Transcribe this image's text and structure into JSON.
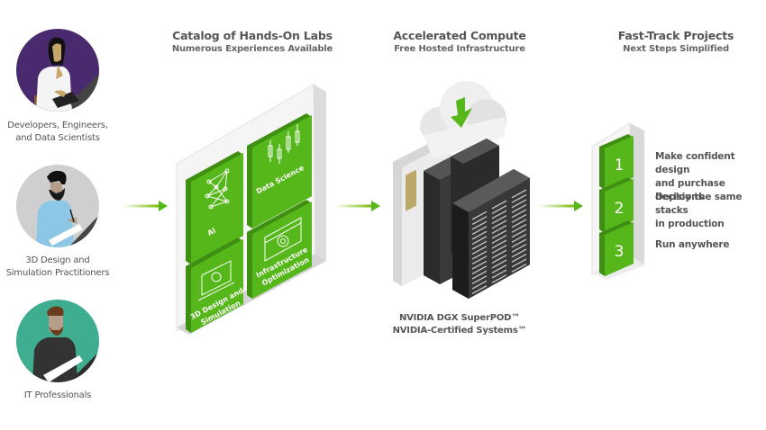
{
  "colors": {
    "accent": "#76b900",
    "tile_green": "#56b71a",
    "tile_green_dark": "#3f8f12",
    "text": "#555555",
    "purple": "#4a2a6e",
    "grey_circle": "#cfcfcf",
    "teal": "#3fad8f"
  },
  "personas": [
    {
      "label_line1": "Developers, Engineers,",
      "label_line2": "and Data Scientists",
      "icon": "developer-avatar-icon"
    },
    {
      "label_line1": "3D Design and",
      "label_line2": "Simulation Practitioners",
      "icon": "designer-avatar-icon"
    },
    {
      "label_line1": "IT Professionals",
      "label_line2": "",
      "icon": "it-professional-avatar-icon"
    }
  ],
  "columns": [
    {
      "title": "Catalog of Hands-On Labs",
      "subtitle": "Numerous Experiences Available"
    },
    {
      "title": "Accelerated Compute",
      "subtitle": "Free Hosted Infrastructure"
    },
    {
      "title": "Fast-Track Projects",
      "subtitle": "Next Steps Simplified"
    }
  ],
  "catalog_tiles": [
    {
      "label_line1": "AI",
      "label_line2": "",
      "icon": "neural-network-icon"
    },
    {
      "label_line1": "Data Science",
      "label_line2": "",
      "icon": "candlestick-chart-icon"
    },
    {
      "label_line1": "3D Design and",
      "label_line2": "Simulation",
      "icon": "laptop-palette-icon"
    },
    {
      "label_line1": "Infrastructure",
      "label_line2": "Optimization",
      "icon": "window-gear-icon"
    }
  ],
  "compute_caption": {
    "line1": "NVIDIA DGX SuperPOD™",
    "line2": "NVIDIA-Certified Systems™"
  },
  "steps": [
    {
      "number": "1",
      "text_line1": "Make confident design",
      "text_line2": "and purchase decisions"
    },
    {
      "number": "2",
      "text_line1": "Deploy the same stacks",
      "text_line2": "in production"
    },
    {
      "number": "3",
      "text_line1": "Run anywhere",
      "text_line2": ""
    }
  ]
}
